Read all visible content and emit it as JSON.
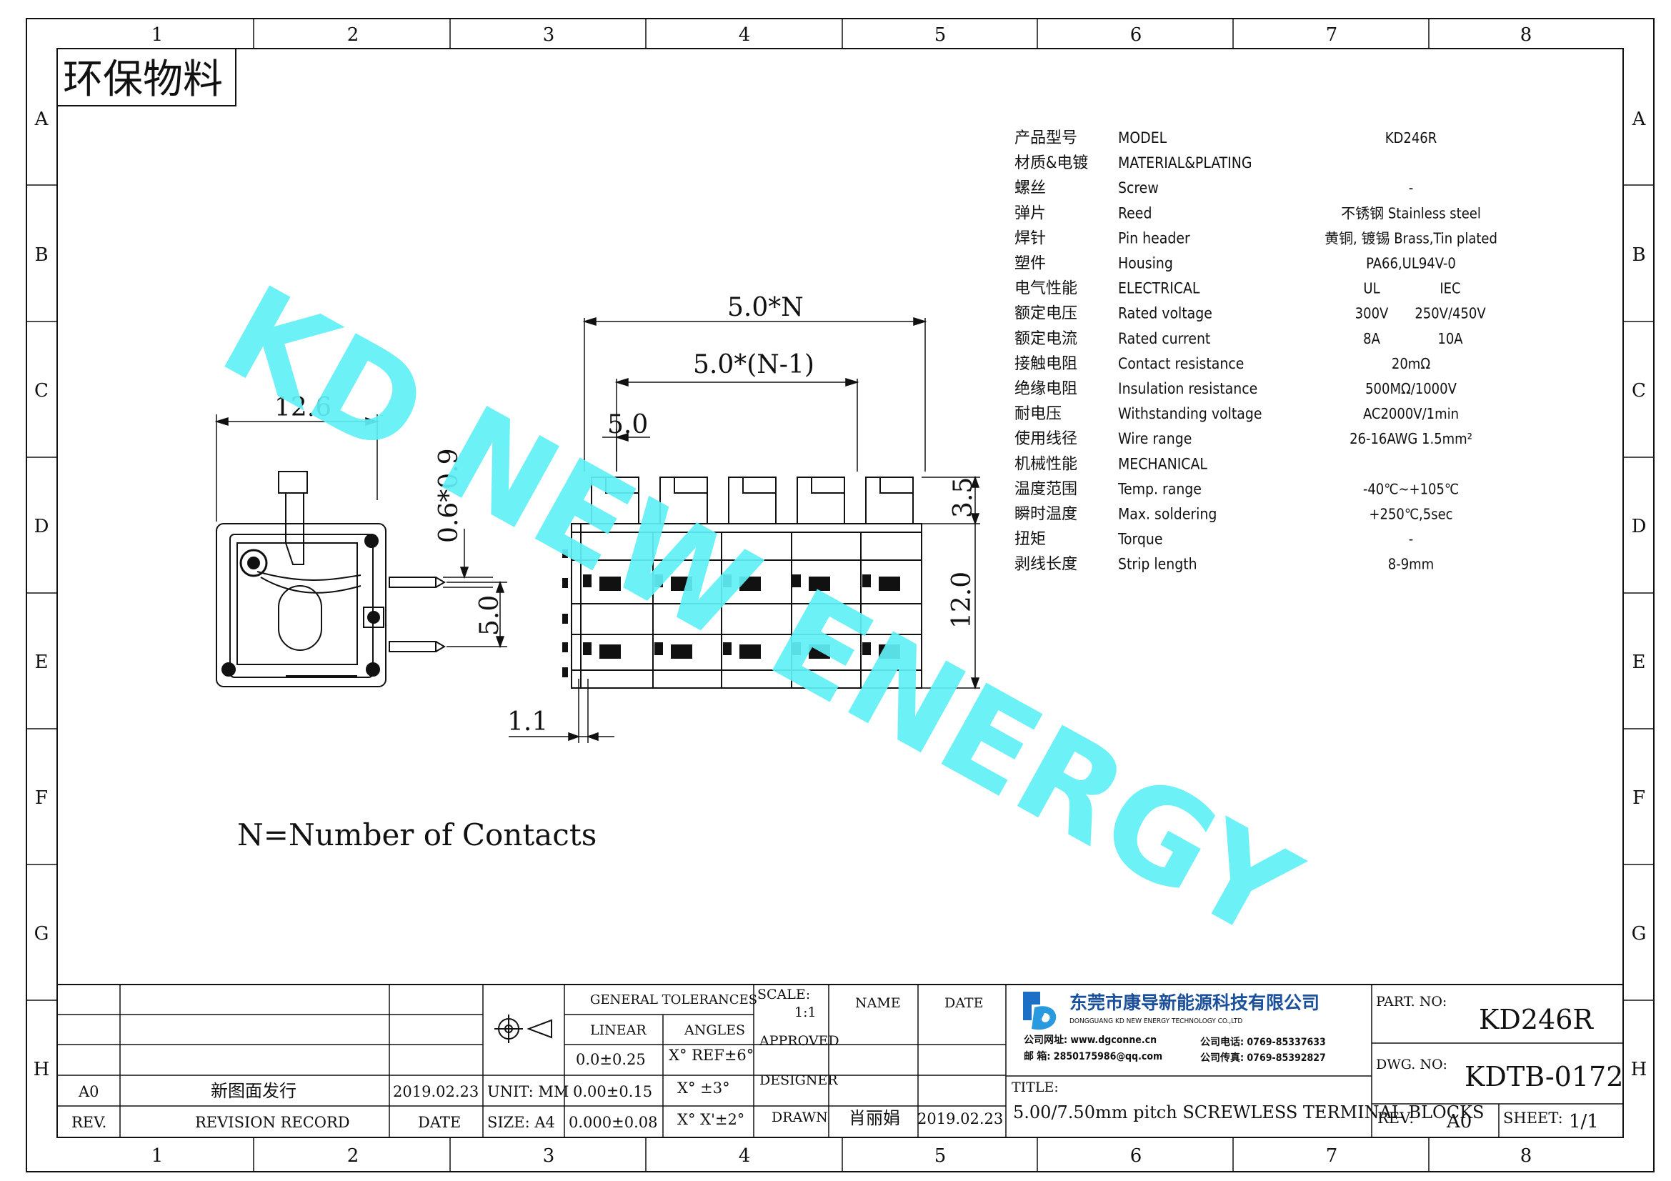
{
  "frame": {
    "columns": [
      "1",
      "2",
      "3",
      "4",
      "5",
      "6",
      "7",
      "8"
    ],
    "rows": [
      "A",
      "B",
      "C",
      "D",
      "E",
      "F",
      "G",
      "H"
    ]
  },
  "eco_stamp": "环保物料",
  "watermark": "KD NEW ENERGY",
  "note": "N=Number of Contacts",
  "dimensions": {
    "side_width": "12.6",
    "pitch_total": "5.0*N",
    "pitch_n_minus_1": "5.0*(N-1)",
    "pitch": "5.0",
    "pin_size": "0.6*0.9",
    "pin_spacing": "5.0",
    "pin_offset": "1.1",
    "top_height": "3.5",
    "body_height": "12.0"
  },
  "specs": [
    {
      "cn": "产品型号",
      "en": "MODEL",
      "v1": "KD246R",
      "v2": ""
    },
    {
      "cn": "材质&电镀",
      "en": "MATERIAL&PLATING",
      "v1": "",
      "v2": ""
    },
    {
      "cn": "螺丝",
      "en": "Screw",
      "v1": "-",
      "v2": ""
    },
    {
      "cn": "弹片",
      "en": "Reed",
      "v1": "不锈钢 Stainless steel",
      "v2": ""
    },
    {
      "cn": "焊针",
      "en": "Pin header",
      "v1": "黄铜, 镀锡 Brass,Tin plated",
      "v2": ""
    },
    {
      "cn": "塑件",
      "en": "Housing",
      "v1": "PA66,UL94V-0",
      "v2": ""
    },
    {
      "cn": "电气性能",
      "en": "ELECTRICAL",
      "v1": "UL",
      "v2": "IEC"
    },
    {
      "cn": "额定电压",
      "en": "Rated voltage",
      "v1": "300V",
      "v2": "250V/450V"
    },
    {
      "cn": "额定电流",
      "en": "Rated current",
      "v1": "8A",
      "v2": "10A"
    },
    {
      "cn": "接触电阻",
      "en": "Contact resistance",
      "v1": "20mΩ",
      "v2": ""
    },
    {
      "cn": "绝缘电阻",
      "en": "Insulation resistance",
      "v1": "500MΩ/1000V",
      "v2": ""
    },
    {
      "cn": "耐电压",
      "en": "Withstanding voltage",
      "v1": "AC2000V/1min",
      "v2": ""
    },
    {
      "cn": "使用线径",
      "en": "Wire range",
      "v1": "26-16AWG 1.5mm²",
      "v2": ""
    },
    {
      "cn": "机械性能",
      "en": "MECHANICAL",
      "v1": "",
      "v2": ""
    },
    {
      "cn": "温度范围",
      "en": "Temp. range",
      "v1": "-40℃~+105℃",
      "v2": ""
    },
    {
      "cn": "瞬时温度",
      "en": "Max. soldering",
      "v1": "+250℃,5sec",
      "v2": ""
    },
    {
      "cn": "扭矩",
      "en": "Torque",
      "v1": "-",
      "v2": ""
    },
    {
      "cn": "剥线长度",
      "en": "Strip length",
      "v1": "8-9mm",
      "v2": ""
    }
  ],
  "title_block": {
    "rev_code": "A0",
    "revision_text": "新图面发行",
    "revision_date": "2019.02.23",
    "rev_label": "REV.",
    "revision_record_label": "REVISION RECORD",
    "date_label": "DATE",
    "unit": "UNIT: MM",
    "size": "SIZE: A4",
    "general_tolerances": "GENERAL TOLERANCES",
    "linear": "LINEAR",
    "angles": "ANGLES",
    "lin1": "0.0±0.25",
    "lin2": "0.00±0.15",
    "lin3": "0.000±0.08",
    "ang1": "X° REF±6°",
    "ang2": "X° ±3°",
    "ang3": "X° X'±2°",
    "scale_label": "SCALE:",
    "scale_value": "1:1",
    "approved": "APPROVED",
    "designer": "DESIGNER",
    "drawn": "DRAWN",
    "name_label": "NAME",
    "date_col_label": "DATE",
    "drawn_name": "肖丽娟",
    "drawn_date": "2019.02.23",
    "company_cn": "东莞市康导新能源科技有限公司",
    "company_en": "DONGGUANG KD NEW ENERGY TECHNOLOGY CO.,LTD",
    "website": "公司网址: www.dgconne.cn",
    "phone": "公司电话: 0769-85337633",
    "email": "邮  箱: 2850175986@qq.com",
    "fax": "公司传真: 0769-85392827",
    "title_label": "TITLE:",
    "title": "5.00/7.50mm pitch SCREWLESS TERMINAL BLOCKS",
    "part_no_label": "PART. NO:",
    "part_no": "KD246R",
    "dwg_no_label": "DWG. NO:",
    "dwg_no": "KDTB-0172",
    "rev_label2": "REV:",
    "rev_value": "A0",
    "sheet_label": "SHEET:",
    "sheet_value": "1/1"
  }
}
